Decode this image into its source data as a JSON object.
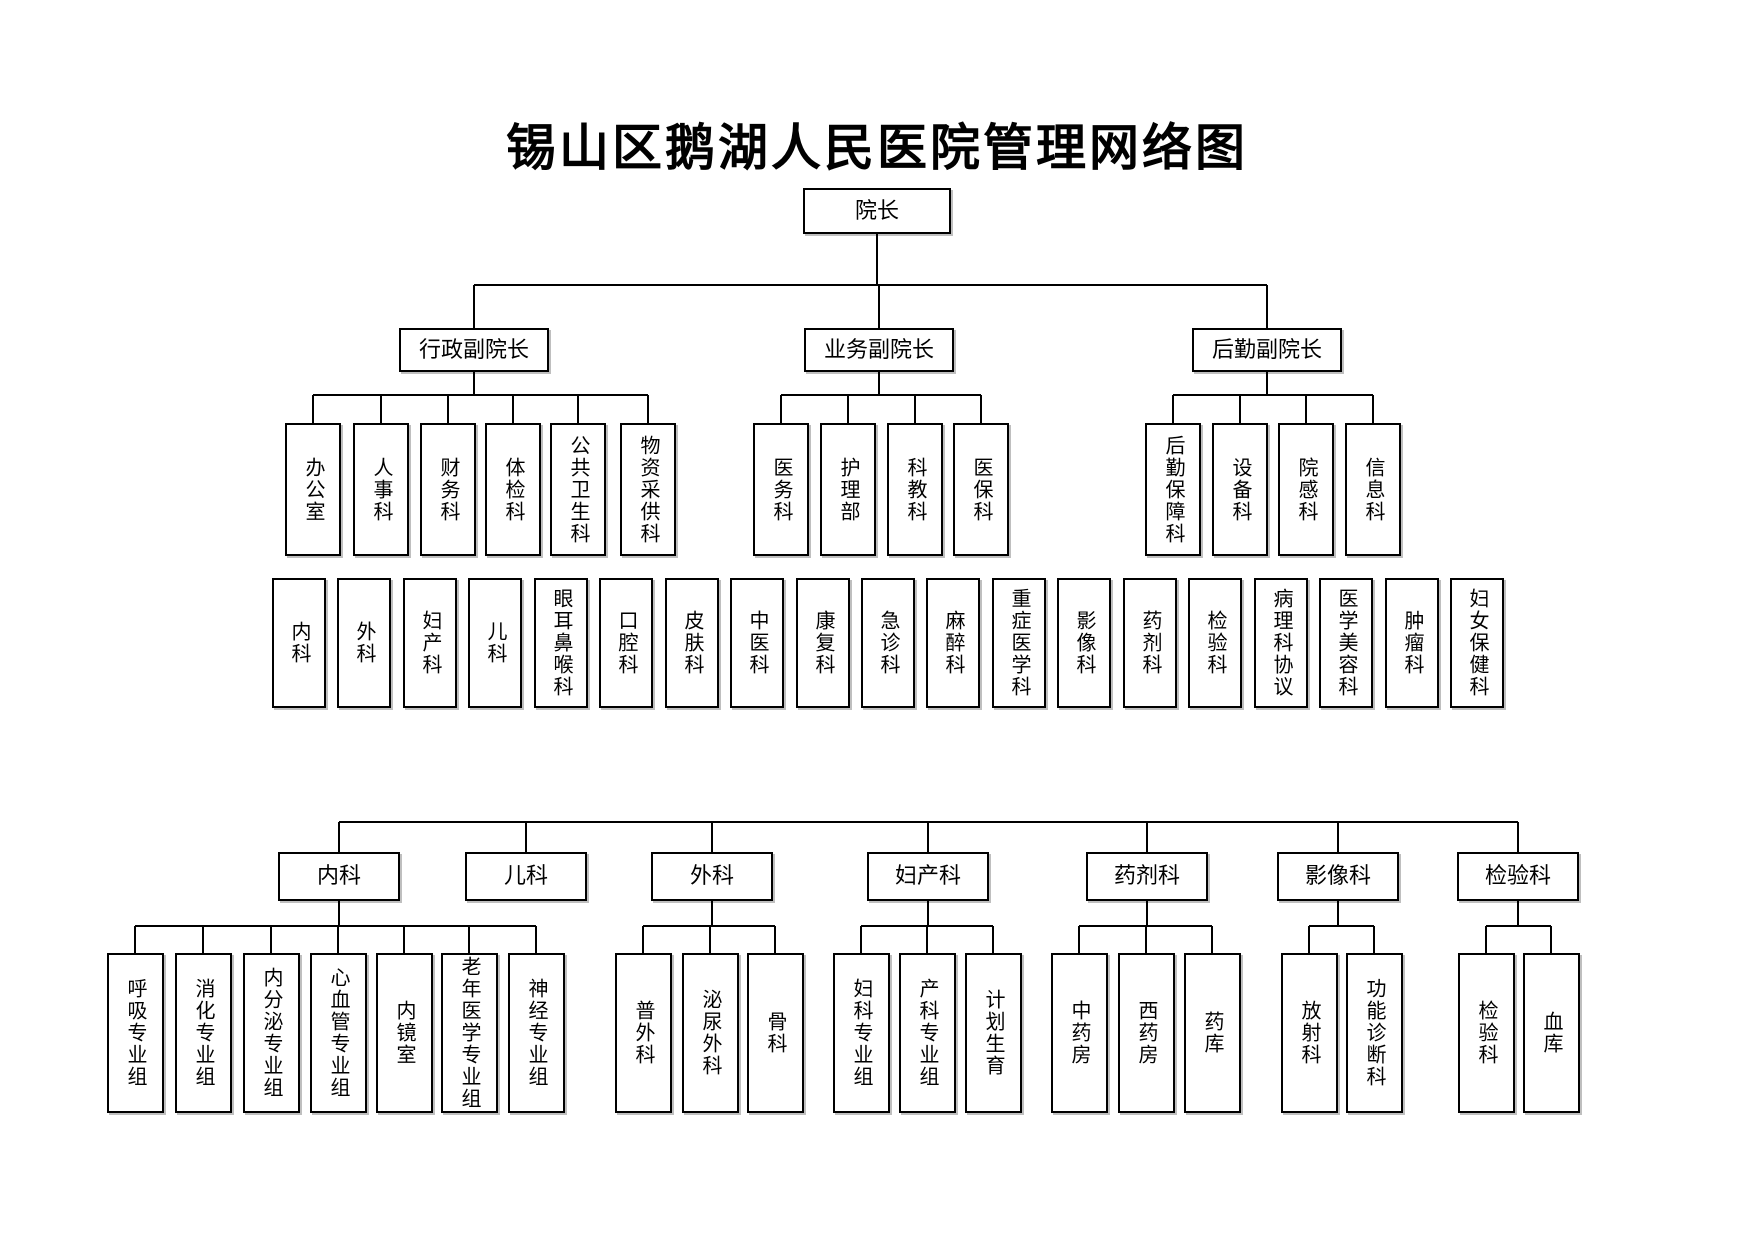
{
  "title": "锡山区鹅湖人民医院管理网络图",
  "org": {
    "root": {
      "label": "院长"
    },
    "vices": [
      {
        "label": "行政副院长",
        "children": [
          "办公室",
          "人事科",
          "财务科",
          "体检科",
          "公共卫生科",
          "物资采供科"
        ]
      },
      {
        "label": "业务副院长",
        "children": [
          "医务科",
          "护理部",
          "科教科",
          "医保科"
        ]
      },
      {
        "label": "后勤副院长",
        "children": [
          "后勤保障科",
          "设备科",
          "院感科",
          "信息科"
        ]
      }
    ],
    "clinical_departments": [
      "内科",
      "外科",
      "妇产科",
      "儿科",
      "眼耳鼻喉科",
      "口腔科",
      "皮肤科",
      "中医科",
      "康复科",
      "急诊科",
      "麻醉科",
      "重症医学科",
      "影像科",
      "药剂科",
      "检验科",
      "病理科协议",
      "医学美容科",
      "肿瘤科",
      "妇女保健科"
    ],
    "bottom_sections": [
      {
        "label": "内科",
        "children": [
          "呼吸专业组",
          "消化专业组",
          "内分泌专业组",
          "心血管专业组",
          "内镜室",
          "老年医学专业组",
          "神经专业组"
        ]
      },
      {
        "label": "儿科",
        "children": []
      },
      {
        "label": "外科",
        "children": [
          "普外科",
          "泌尿外科",
          "骨科"
        ]
      },
      {
        "label": "妇产科",
        "children": [
          "妇科专业组",
          "产科专业组",
          "计划生育"
        ]
      },
      {
        "label": "药剂科",
        "children": [
          "中药房",
          "西药房",
          "药库"
        ]
      },
      {
        "label": "影像科",
        "children": [
          "放射科",
          "功能诊断科"
        ]
      },
      {
        "label": "检验科",
        "children": [
          "检验科",
          "血库"
        ]
      }
    ]
  }
}
